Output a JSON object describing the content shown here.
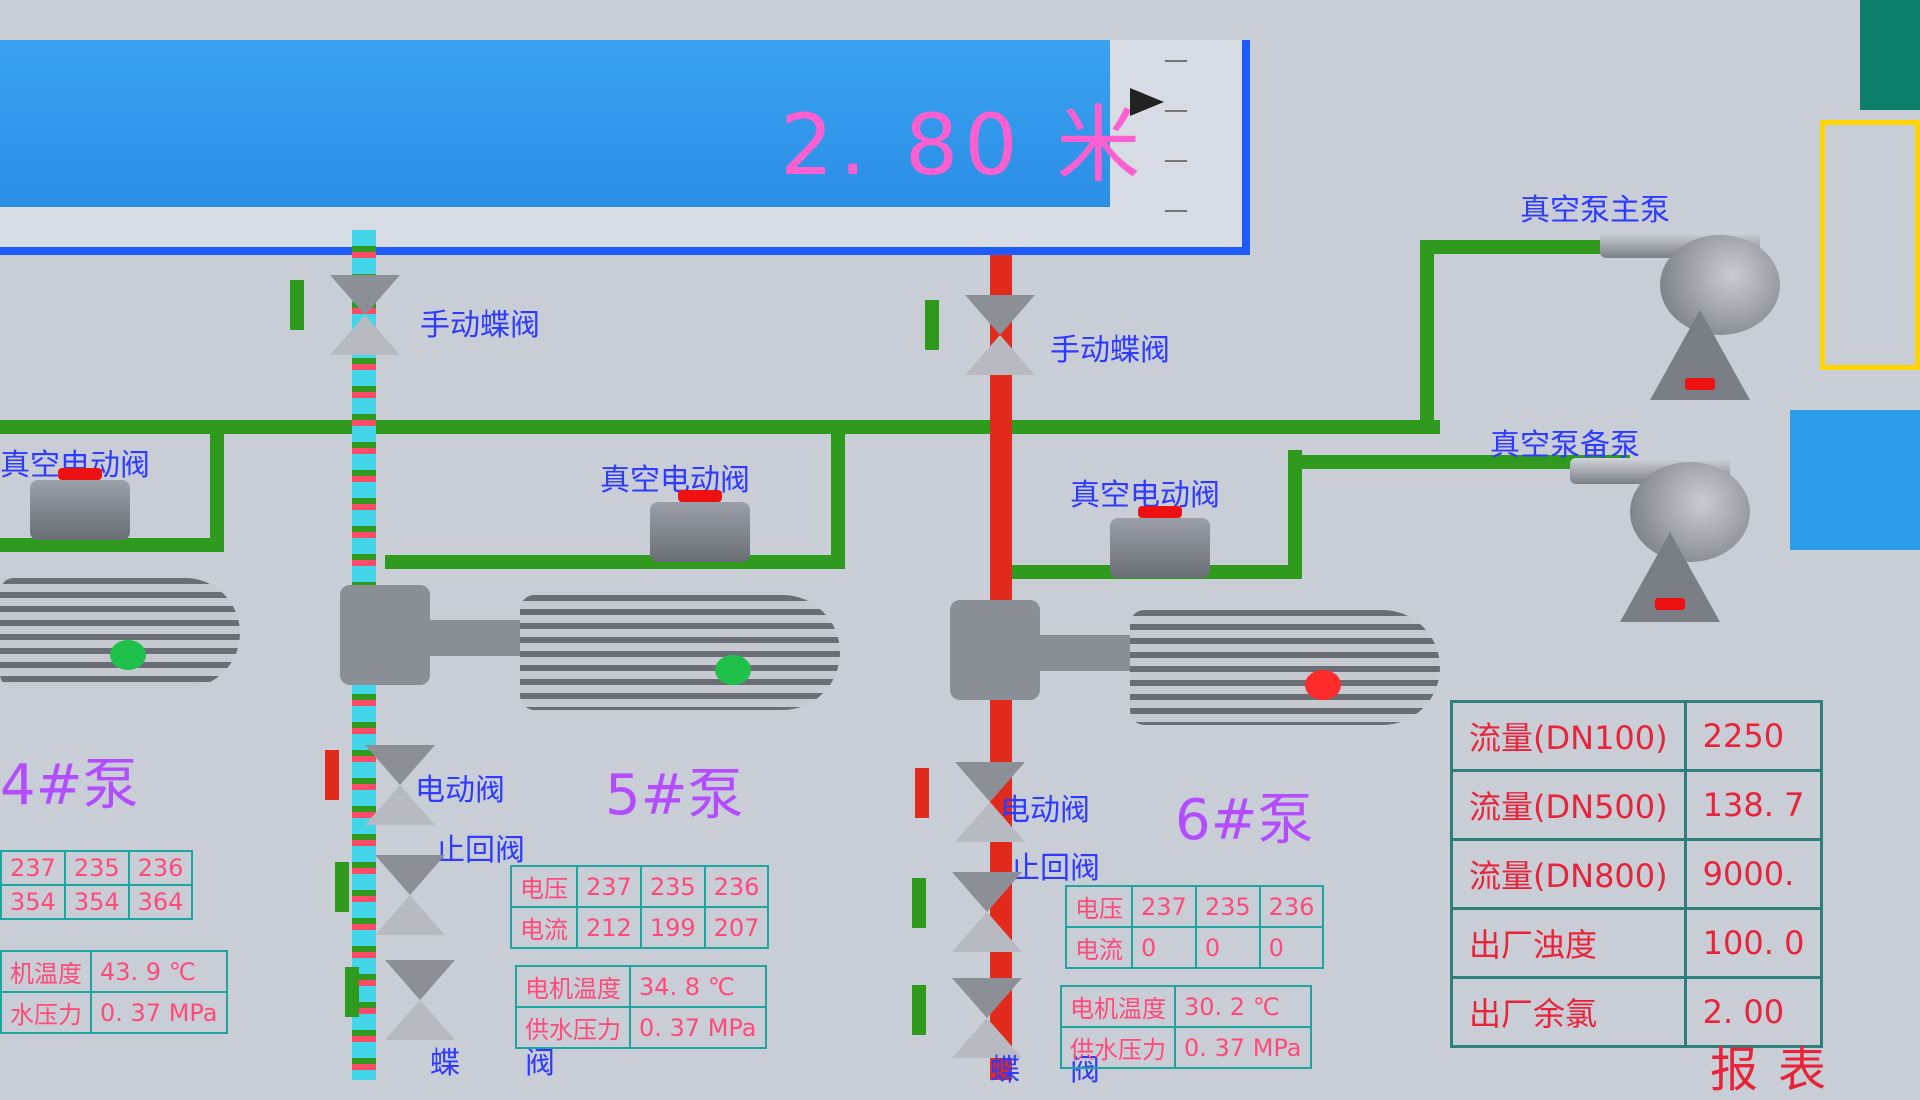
{
  "tank": {
    "level": "2. 80 米"
  },
  "labels": {
    "manual_valve_1": "手动蝶阀",
    "manual_valve_2": "手动蝶阀",
    "vacuum_valve_left": "真空电动阀",
    "vacuum_valve_5": "真空电动阀",
    "vacuum_valve_6": "真空电动阀",
    "vacuum_main": "真空泵主泵",
    "vacuum_backup": "真空泵备泵",
    "motor_valve_5": "电动阀",
    "motor_valve_6": "电动阀",
    "check_valve_5": "止回阀",
    "check_valve_6": "止回阀",
    "butterfly_valve_5": "蝶",
    "butterfly_valve_5b": "阀",
    "butterfly_valve_6": "蝶",
    "butterfly_valve_6b": "阀",
    "pump_4": "4#泵",
    "pump_5": "5#泵",
    "pump_6": "6#泵",
    "report": "报表"
  },
  "pump4": {
    "voltage": [
      "237",
      "235",
      "236"
    ],
    "current": [
      "354",
      "354",
      "364"
    ],
    "motor_temp": "43. 9 ℃",
    "water_pressure": "0. 37 MPa",
    "motor_temp_label": "机温度",
    "water_pressure_label": "水压力"
  },
  "pump5": {
    "voltage_label": "电压",
    "current_label": "电流",
    "voltage": [
      "237",
      "235",
      "236"
    ],
    "current": [
      "212",
      "199",
      "207"
    ],
    "motor_temp_label": "电机温度",
    "motor_temp": "34. 8 ℃",
    "water_pressure_label": "供水压力",
    "water_pressure": "0. 37 MPa"
  },
  "pump6": {
    "voltage_label": "电压",
    "current_label": "电流",
    "voltage": [
      "237",
      "235",
      "236"
    ],
    "current": [
      "0",
      "0",
      "0"
    ],
    "motor_temp_label": "电机温度",
    "motor_temp": "30. 2 ℃",
    "water_pressure_label": "供水压力",
    "water_pressure": "0. 37 MPa"
  },
  "flow_table": [
    {
      "label": "流量(DN100)",
      "value": "2250"
    },
    {
      "label": "流量(DN500)",
      "value": "138. 7"
    },
    {
      "label": "流量(DN800)",
      "value": "9000."
    },
    {
      "label": "出厂浊度",
      "value": "100. 0"
    },
    {
      "label": "出厂余氯",
      "value": "2. 00"
    }
  ],
  "colors": {
    "pipe_green": "#2f9a1d",
    "pipe_red": "#e22a1c",
    "water": "#2b8fe6",
    "tank_border": "#1f5cff",
    "label_blue": "#2f3bff",
    "pump_label": "#b44dff",
    "data_text": "#ff4a7a",
    "light_green": "#1fc04a",
    "light_red": "#ff2a2a"
  }
}
